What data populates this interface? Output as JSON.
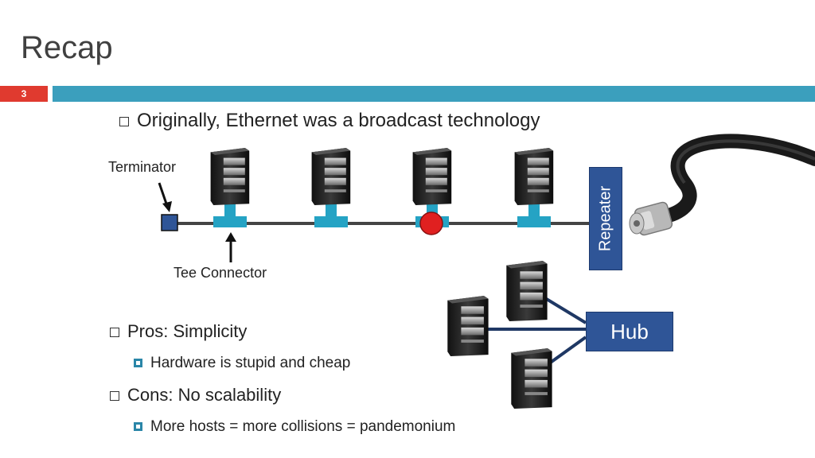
{
  "slide": {
    "title": "Recap",
    "number": "3"
  },
  "bullets": [
    {
      "text": "Originally, Ethernet was a broadcast technology"
    },
    {
      "text": "Pros: Simplicity"
    },
    {
      "text": "Hardware is stupid and cheap"
    },
    {
      "text": "Cons: No scalability"
    },
    {
      "text": "More hosts = more collisions = pandemonium"
    }
  ],
  "diagram": {
    "terminator_label": "Terminator",
    "tee_label": "Tee Connector",
    "repeater_label": "Repeater",
    "hub_label": "Hub"
  },
  "colors": {
    "accent_bar": "#3b9fbd",
    "number_bg": "#e03a2f",
    "box_blue": "#2f5597",
    "tee": "#25a3c4",
    "collision": "#e02020"
  }
}
